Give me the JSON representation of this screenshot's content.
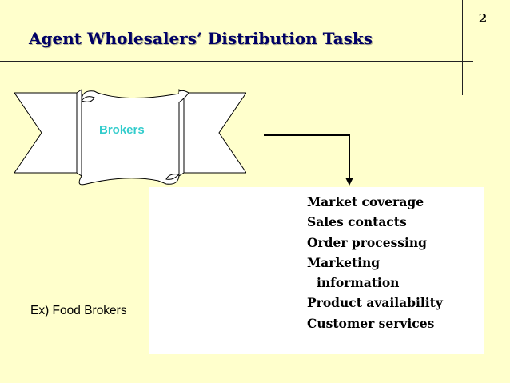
{
  "slide": {
    "page_number": "2",
    "title": "Agent Wholesalers’ Distribution Tasks"
  },
  "banner": {
    "label": "Brokers",
    "label_color": "#33cccc"
  },
  "tasks": [
    "Market coverage",
    "Sales contacts",
    "Order processing",
    "Marketing",
    "information",
    "Product availability",
    "Customer services"
  ],
  "example": "Ex) Food Brokers",
  "colors": {
    "background": "#ffffcc",
    "title": "#000066",
    "box": "#ffffff"
  }
}
